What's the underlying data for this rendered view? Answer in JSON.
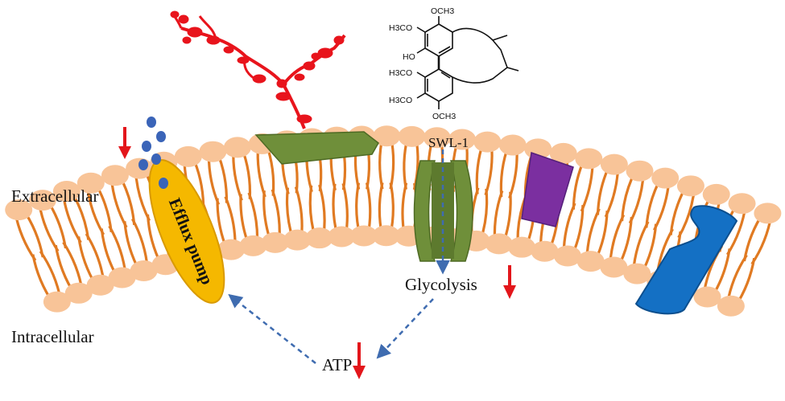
{
  "labels": {
    "extracellular": "Extracellular",
    "intracellular": "Intracellular",
    "efflux_pump": "Efflux pump",
    "compound": "SWL-1",
    "glycolysis": "Glycolysis",
    "atp": "ATP"
  },
  "structure_groups": {
    "g1": "OCH3",
    "g2": "H3CO",
    "g3": "HO",
    "g4": "H3CO",
    "g5": "H3CO",
    "g6": "OCH3"
  },
  "colors": {
    "lipid_head": "#f8c498",
    "lipid_tail": "#e07a22",
    "efflux_pump": "#f5b800",
    "channel_protein": "#6f8f3a",
    "glycoprotein_body": "#6f8f3a",
    "sugar_chain": "#e8141c",
    "purple_protein": "#7b2fa0",
    "blue_protein": "#1470c4",
    "efflux_particles": "#3a64b8",
    "decrease_arrow": "#e3161b",
    "pathway_arrow": "#3f6cb0"
  }
}
